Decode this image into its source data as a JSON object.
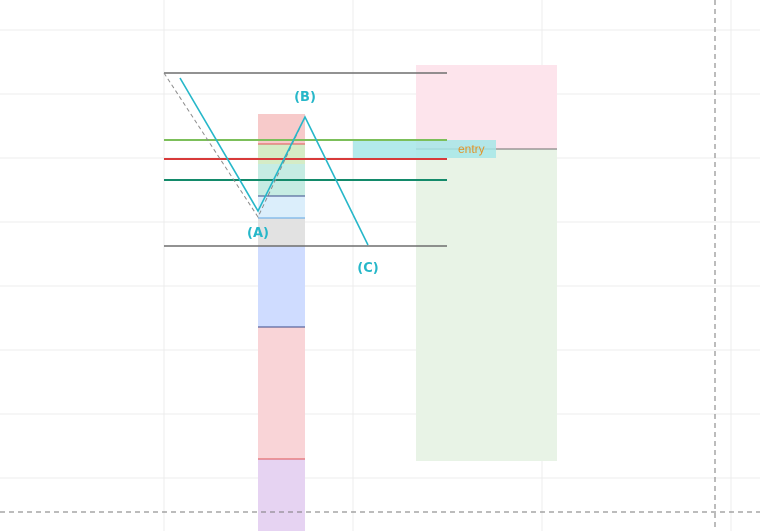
{
  "colors": {
    "background": "#ffffff",
    "grid": "#ececec",
    "crosshair": "#7a7a7a",
    "wave": "#26b7c9",
    "wave_dashed": "#8c8c8c",
    "level_gray": "#6e6e6e",
    "level_green_light": "#7cbf5a",
    "level_red": "#d83a3a",
    "level_green_dark": "#138a6a",
    "fib_red": "#f7caca",
    "fib_green_light": "#d5ecc6",
    "fib_teal": "#c6ece3",
    "fib_lightblue": "#dbeefb",
    "fib_gray": "#e2e2e2",
    "fib_blue": "#cfdcff",
    "fib_pink": "#f9d4d7",
    "fib_purple": "#e6d3f2",
    "fib_line_red": "#e05555",
    "fib_line_navy": "#3a4a8a",
    "fib_line_blue": "#5ca6e6",
    "target_zone": "#fde4ec",
    "stop_zone": "#e8f3e6",
    "entry_zone": "#a6e6e8",
    "entry_text": "#e0942a",
    "entry_line": "#6e6e6e"
  },
  "wave_labels": {
    "a": "(A)",
    "b": "(B)",
    "c": "(C)"
  },
  "position_tool": {
    "entry_label": "entry"
  },
  "icons": {
    "crosshair": "dashed-crosshair"
  }
}
